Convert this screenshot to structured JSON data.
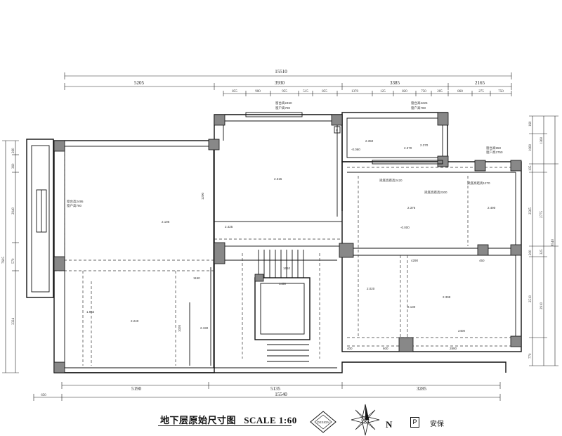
{
  "title": "地下层原始尺寸图",
  "scale": "SCALE 1:60",
  "north": "N",
  "legend": {
    "symbol": "P",
    "label": "安保"
  },
  "logo_text": "DESIGN",
  "dims_top_total": "15510",
  "dims_top_row1": [
    "5205",
    "3930",
    "3385",
    "2165"
  ],
  "dims_top_row2": [
    "855",
    "900",
    "955",
    "515",
    "855",
    "1370",
    "125",
    "820",
    "750",
    "205",
    "860",
    "275",
    "750"
  ],
  "dims_bottom_total": "15540",
  "dims_bottom": [
    "5190",
    "5135",
    "3285"
  ],
  "dims_bottom_left": "650",
  "dims_right": [
    "160",
    "1060",
    "105",
    "2565",
    "200",
    "2510",
    "770"
  ],
  "dims_right_total": "8540",
  "dims_right2": [
    "1360",
    "2775",
    "325",
    "2910"
  ],
  "dims_left": [
    "260",
    "360",
    "2940",
    "570",
    "7605",
    "3324"
  ],
  "window_labels": [
    "窗台高2450",
    "窗户高780",
    "窗台高2225",
    "窗户高780",
    "窗台高950",
    "窗户高2750",
    "窗台高2495",
    "窗户高780"
  ],
  "beam_labels": [
    "梁底高距高2420",
    "梁底高距高2300",
    "梁底高距高1270"
  ],
  "elev_labels": [
    "2.350",
    "2.370",
    "2.370",
    "2.196",
    "2.315",
    "2.376",
    "2.490",
    "-0.060",
    "2.425",
    "2.398",
    "2.240",
    "-0.000",
    "2.020",
    "2.190",
    "2.130",
    "1.962"
  ],
  "interior_dims": [
    "1610",
    "1450",
    "2400",
    "4290",
    "450",
    "1150",
    "400",
    "600",
    "2890",
    "1200",
    "1020"
  ]
}
